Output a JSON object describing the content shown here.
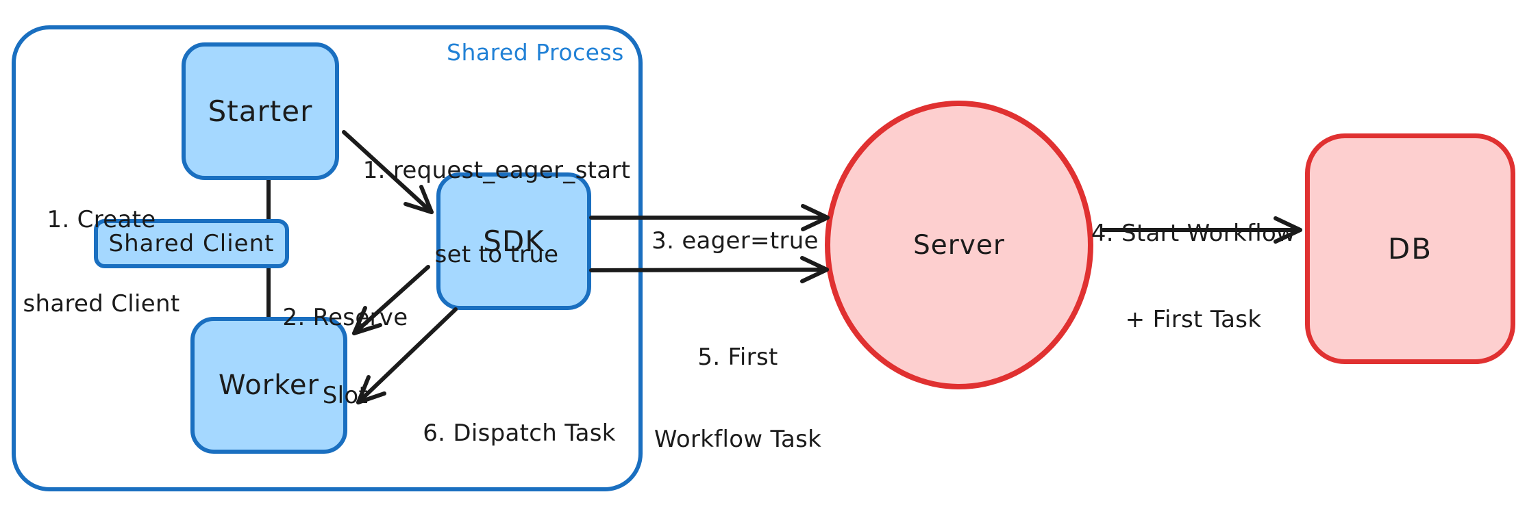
{
  "diagram": {
    "container_label": "Shared Process",
    "nodes": {
      "starter": "Starter",
      "shared_client": "Shared Client",
      "worker": "Worker",
      "sdk": "SDK",
      "server": "Server",
      "db": "DB"
    },
    "annotations": {
      "create_shared_client": [
        "1. Create",
        "shared Client"
      ],
      "request_eager_start": [
        "1. request_eager_start",
        "set to true"
      ],
      "reserve_slot": [
        "2. Reserve",
        "Slot"
      ],
      "eager_true": [
        "3. eager=true"
      ],
      "start_workflow_first_task": [
        "4. Start Workflow",
        "+ First Task"
      ],
      "first_workflow_task": [
        "5. First",
        "Workflow Task"
      ],
      "dispatch_task": [
        "6. Dispatch Task"
      ]
    },
    "colors": {
      "blue_stroke": "#1a6fc0",
      "blue_fill": "#a5d8ff",
      "blue_label": "#2181d6",
      "red_stroke": "#e03131",
      "red_fill": "#fdcfcf",
      "ink": "#1b1b1b",
      "background": "#ffffff"
    }
  }
}
